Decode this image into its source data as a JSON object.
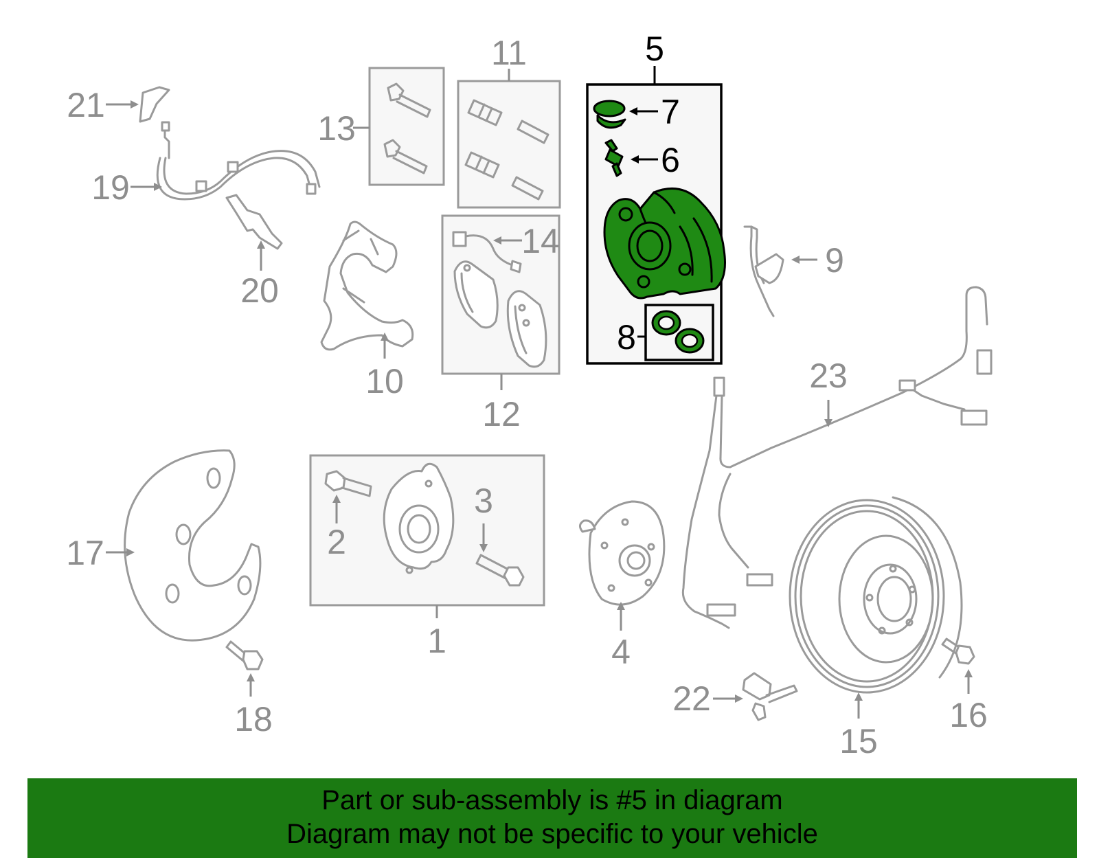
{
  "diagram": {
    "highlight_color": "#1f8a14",
    "callouts": [
      "1",
      "2",
      "3",
      "4",
      "5",
      "6",
      "7",
      "8",
      "9",
      "10",
      "11",
      "12",
      "13",
      "14",
      "15",
      "16",
      "17",
      "18",
      "19",
      "20",
      "21",
      "22",
      "23"
    ],
    "highlighted_callouts": [
      "5",
      "6",
      "7",
      "8"
    ]
  },
  "banner": {
    "background": "#1b7a12",
    "line1": "Part or sub-assembly is #5 in diagram",
    "line2": "Diagram may not be specific to your vehicle"
  }
}
